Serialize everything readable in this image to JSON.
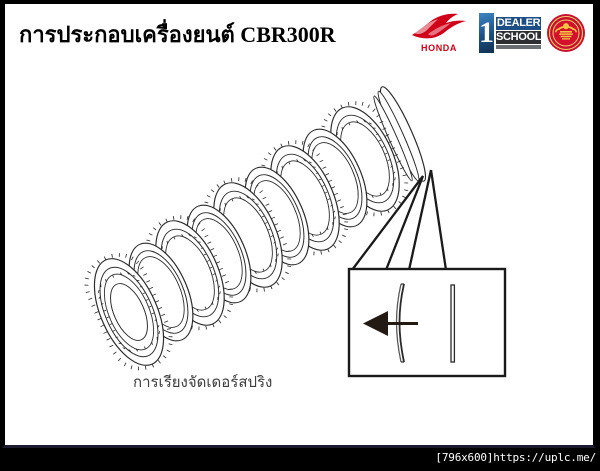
{
  "header": {
    "title": "การประกอบเครื่องยนต์ CBR300R",
    "logos": [
      {
        "name": "honda-logo",
        "wordmark": "HONDA",
        "color": "#d00018"
      },
      {
        "name": "dealer-school-logo",
        "numeral": "1",
        "line1": "DEALER",
        "line2": "SCHOOL",
        "color": "#1e4e86"
      },
      {
        "name": "institute-seal-logo",
        "color": "#c8102e"
      }
    ]
  },
  "illustration": {
    "name": "clutch-plate-stack-diagram",
    "description": "ชุดแผ่นคลัทช์เรียงซ้อน",
    "caption": "การเรียงจัดเดอร์สปริง",
    "detail_box": {
      "name": "spring-orientation-detail",
      "arrow_direction": "left",
      "parts": [
        {
          "name": "dished-spring-plate",
          "shape": "curved"
        },
        {
          "name": "flat-plate",
          "shape": "straight"
        }
      ]
    },
    "plate_count": 9,
    "line_color": "#2b2b2b"
  },
  "footer": {
    "caption": "[796x600]https://uplc.me/"
  }
}
